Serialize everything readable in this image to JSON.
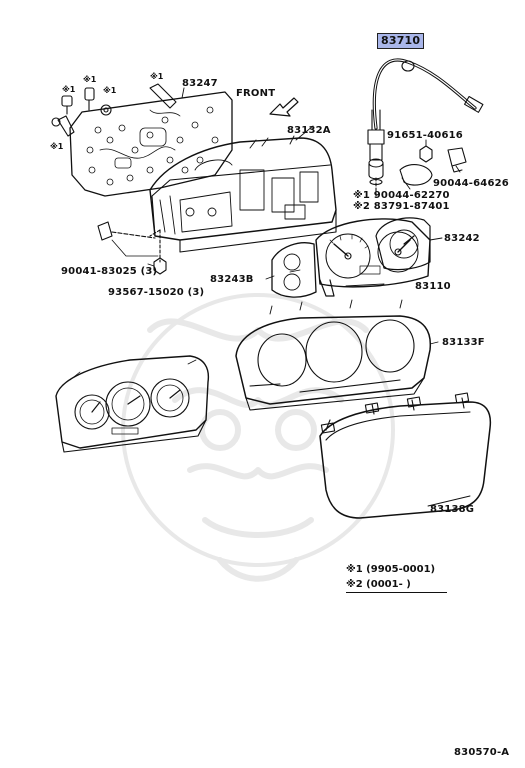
{
  "labels": {
    "p83710": "83710",
    "p83247": "83247",
    "front": "FRONT",
    "p83132A": "83132A",
    "p91651": "91651-40616",
    "p90044_64626": "90044-64626",
    "p90044_62270": "※1 90044-62270",
    "p83791": "※2 83791-87401",
    "p83242": "83242",
    "p90041": "90041-83025 (3)",
    "p83243B": "83243B",
    "p83110": "83110",
    "p93567": "93567-15020 (3)",
    "p83133F": "83133F",
    "p83138G": "83138G"
  },
  "asterisks": {
    "a1": "※1",
    "a2": "※1",
    "a3": "※1",
    "a4": "※1",
    "a5": "※1"
  },
  "notes": {
    "note1": "※1 (9905-0001)",
    "note2": "※2 (0001-       )"
  },
  "diagram_code": "830570-A",
  "colors": {
    "highlight": "#a9b6ea",
    "ink": "#111111",
    "watermark": "#e8e8e8"
  }
}
